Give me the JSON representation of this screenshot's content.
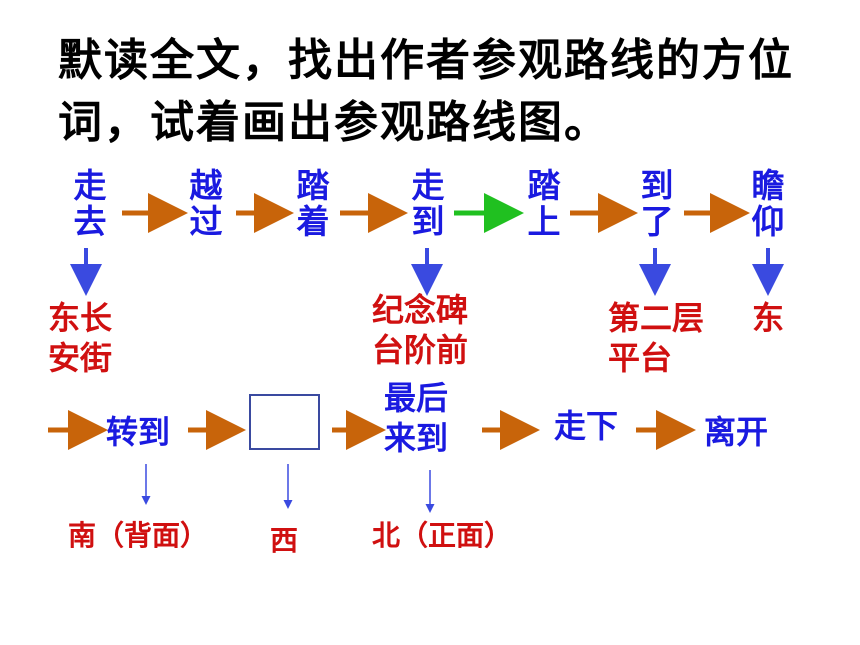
{
  "title": "默读全文，找出作者参观路线的方位词，试着画出参观路线图。",
  "verbs": [
    "走去",
    "越过",
    "踏着",
    "走到",
    "踏上",
    "到了",
    "瞻仰"
  ],
  "places": {
    "p1": [
      "东长",
      "安街"
    ],
    "p2": [
      "纪念碑",
      "台阶前"
    ],
    "p3": [
      "第二层",
      "平台"
    ],
    "p4": "东"
  },
  "row2": {
    "zhuandao": "转到",
    "zuihou": [
      "最后",
      "来到"
    ],
    "zouxia": "走下",
    "likai": "离开"
  },
  "directions": {
    "d1": "南（背面）",
    "d2": "西",
    "d3": "北（正面）"
  },
  "colors": {
    "arrow_orange": "#c8640a",
    "arrow_green": "#20c020",
    "arrow_blue": "#3a4ae0",
    "text_blue": "#1a1ae0",
    "text_red": "#d01010"
  }
}
